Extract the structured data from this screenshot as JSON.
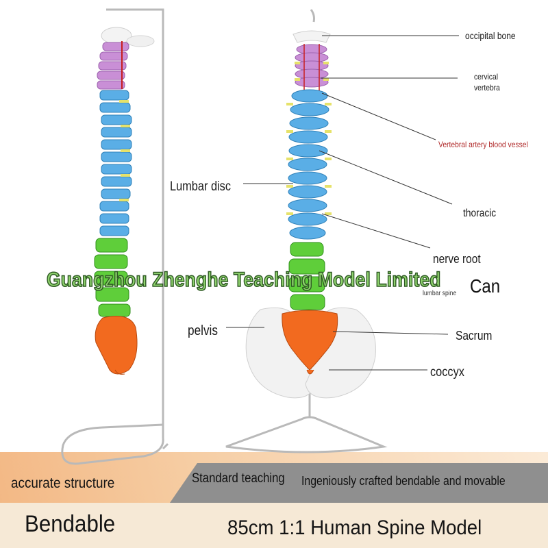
{
  "labels": {
    "occipital": "occipital bone",
    "cervical_line1": "cervical",
    "cervical_line2": "vertebra",
    "artery": "Vertebral artery blood vessel",
    "lumbar_disc": "Lumbar disc",
    "thoracic": "thoracic",
    "nerve_root": "nerve root",
    "lumbar_spine": "lumbar spine",
    "can": "Can",
    "pelvis": "pelvis",
    "sacrum": "Sacrum",
    "coccyx": "coccyx"
  },
  "watermark": "Guangzhou Zhenghe Teaching Model Limited",
  "banner": {
    "standard": "Standard teaching",
    "crafted": "Ingeniously crafted bendable and movable",
    "accurate": "accurate structure",
    "bendable": "Bendable",
    "title": "85cm 1:1 Human Spine Model"
  },
  "colors": {
    "cervical": "#c98fd6",
    "thoracic": "#5aaee6",
    "lumbar": "#5fce3a",
    "sacrum": "#f26a1f",
    "disc": "#e6e26a",
    "pelvis": "#f2f2f2",
    "artery_label": "#b02a2a",
    "watermark": "#8fd36e",
    "banner_grey": "#8f8f8f",
    "banner_cream": "#f6e9d6"
  },
  "icons": {
    "stand": "metal-stand-icon",
    "spine": "spine-model-icon"
  }
}
